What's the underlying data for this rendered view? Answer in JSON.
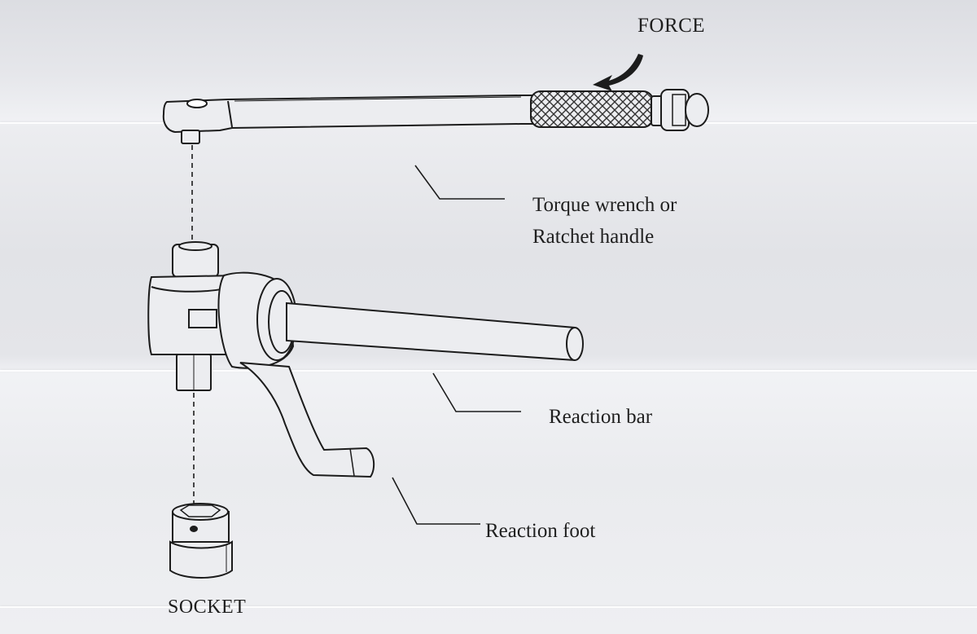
{
  "labels": {
    "force": "FORCE",
    "torque_wrench_line1": "Torque wrench or",
    "torque_wrench_line2": "Ratchet handle",
    "reaction_bar": "Reaction bar",
    "reaction_foot": "Reaction foot",
    "socket": "SOCKET"
  },
  "colors": {
    "line": "#1c1c1c",
    "paper": "#e8e9ed"
  }
}
